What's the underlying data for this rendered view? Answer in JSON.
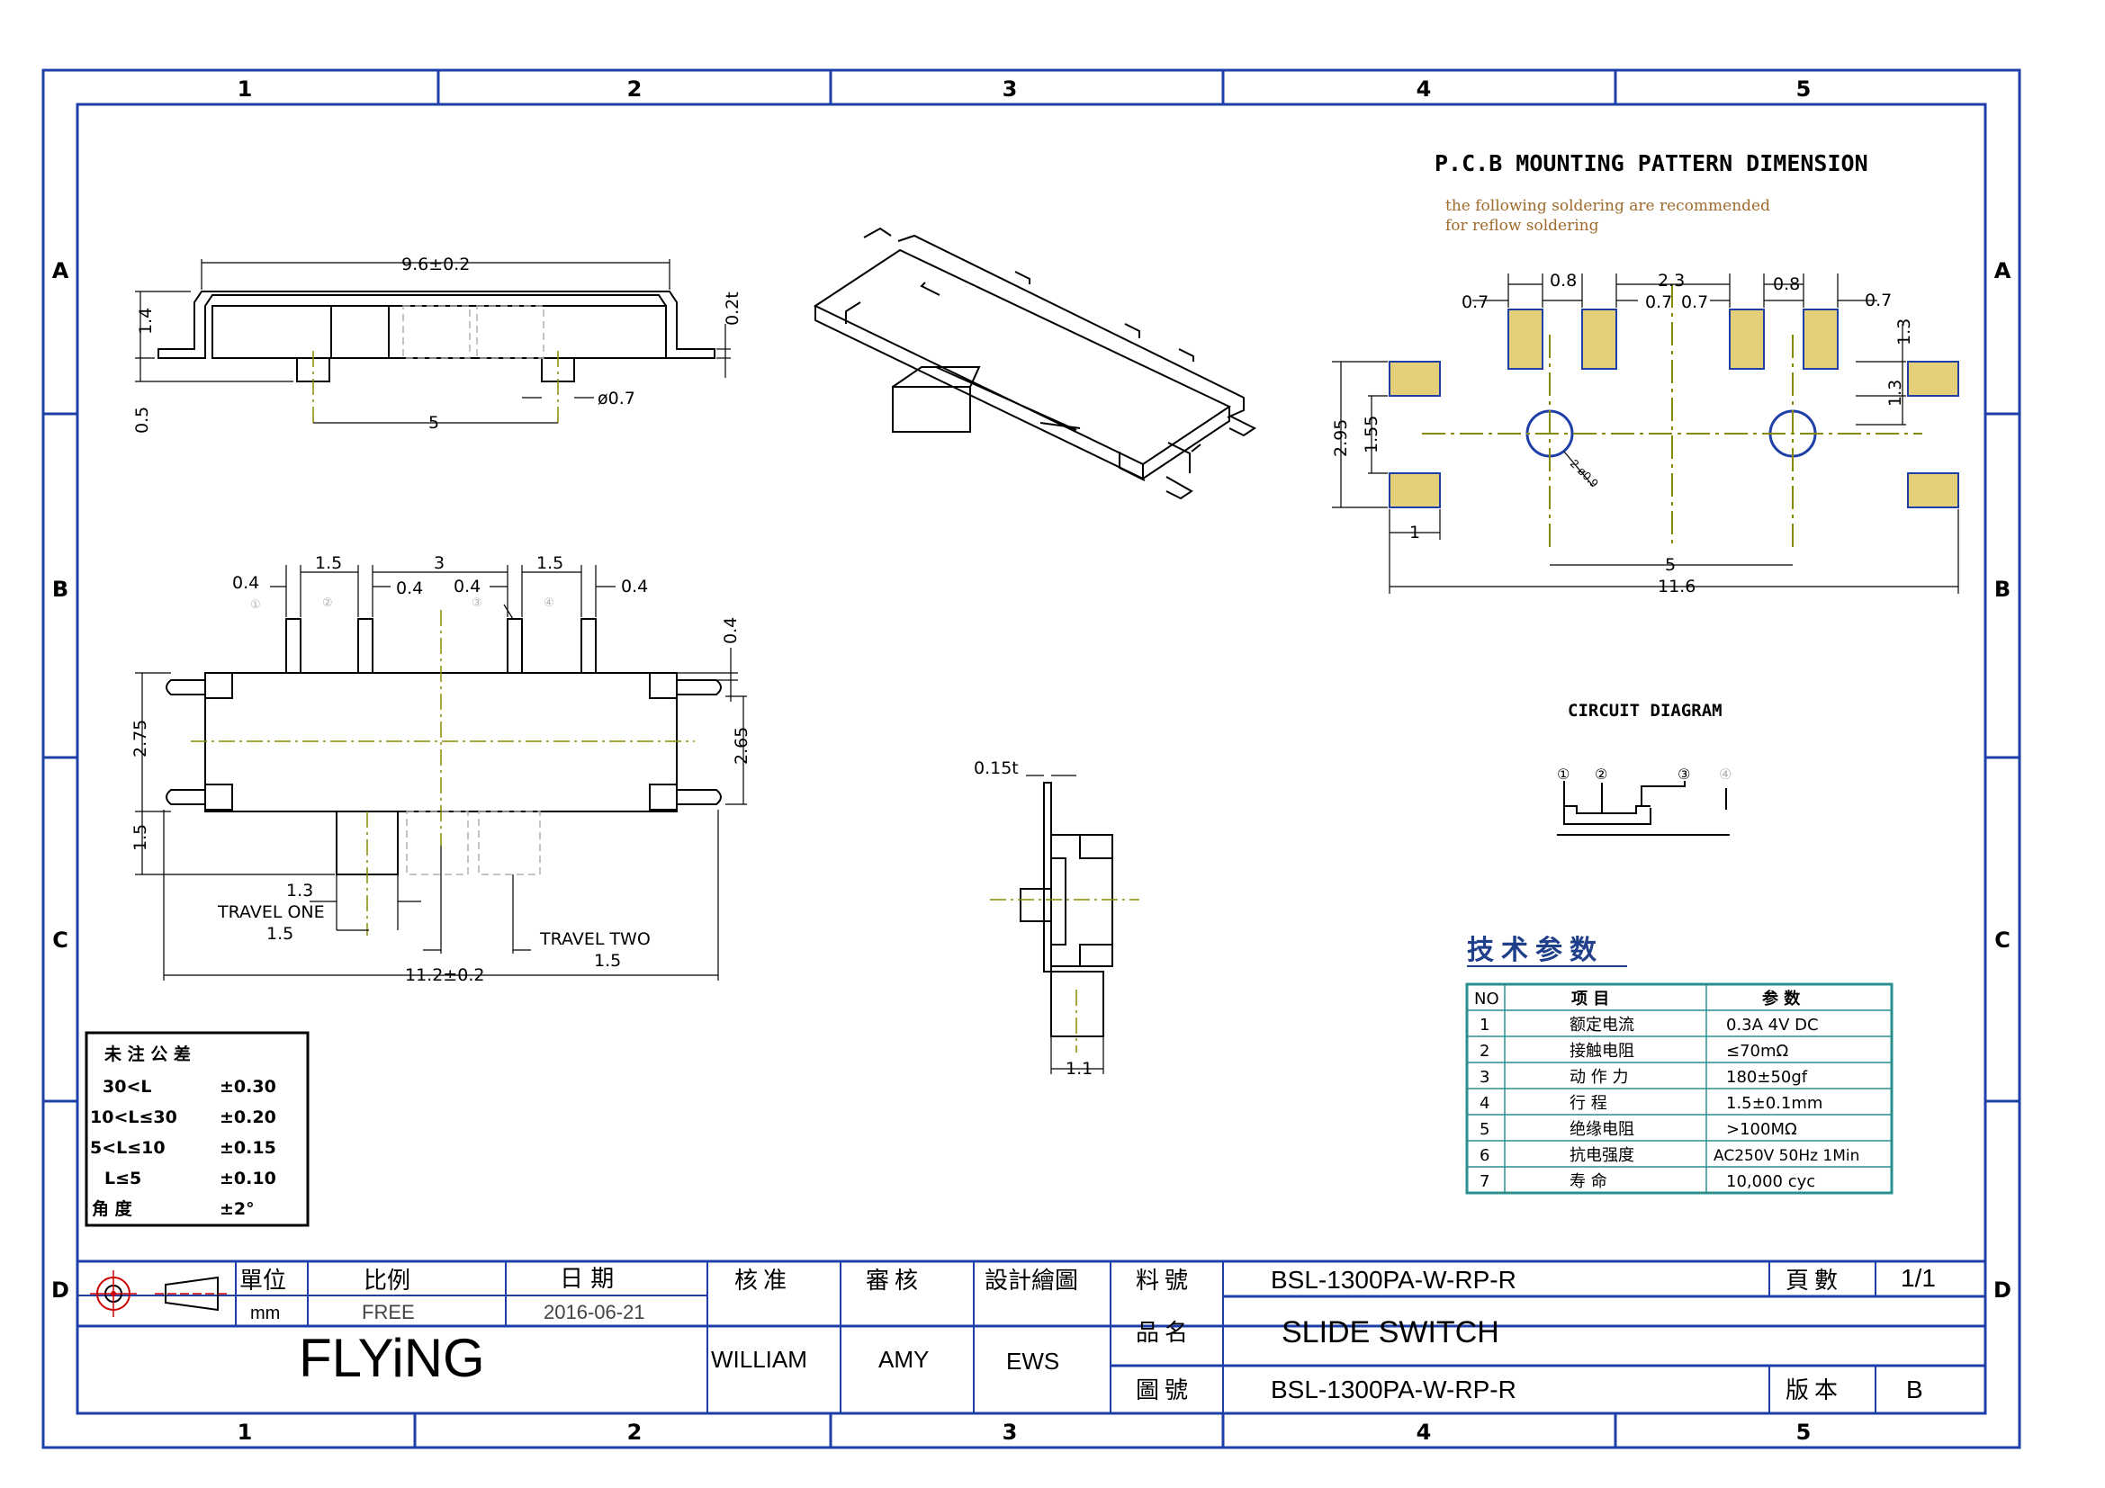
{
  "frame": {
    "columns": [
      "1",
      "2",
      "3",
      "4",
      "5"
    ],
    "rows": [
      "A",
      "B",
      "C",
      "D"
    ]
  },
  "side_view": {
    "overall_width": "9.6±0.2",
    "height": "1.4",
    "plate_thickness": "0.2t",
    "pin_stub": "0.5",
    "pin_pitch": "5",
    "pin_dia": "ø0.7"
  },
  "top_view": {
    "pin_width_a": "0.4",
    "pin_pitch_a": "1.5",
    "center_gap": "3",
    "pin_width_b": "0.4",
    "pin_width_c": "0.4",
    "pin_pitch_b": "1.5",
    "pin_width_d": "0.4",
    "pin_labels": [
      "①",
      "②",
      "③",
      "④"
    ],
    "tab_height": "0.4",
    "left_height": "2.75",
    "right_height": "2.65",
    "actuator_length": "1.5",
    "actuator_width": "1.3",
    "travel_one_label": "TRAVEL ONE",
    "travel_one_value": "1.5",
    "travel_two_label": "TRAVEL TWO",
    "travel_two_value": "1.5",
    "overall_length": "11.2±0.2"
  },
  "end_view": {
    "plate": "0.15t",
    "actuator": "1.1"
  },
  "pcb": {
    "title": "P.C.B MOUNTING PATTERN DIMENSION",
    "note_line1": "the following soldering are recommended",
    "note_line2": "for reflow soldering",
    "pad_gap_left": "0.7",
    "pad_width_left": "0.8",
    "center_span": "2.3",
    "inner_gap_left": "0.7",
    "inner_gap_right": "0.7",
    "pad_width_right": "0.8",
    "pad_gap_right": "0.7",
    "right_dim_top": "1.3",
    "right_dim_bottom": "1.3",
    "left_outer": "2.95",
    "left_inner": "1.55",
    "hole": "2-ø0.9",
    "pad_size": "1",
    "hole_pitch": "5",
    "overall": "11.6"
  },
  "circuit": {
    "title": "CIRCUIT DIAGRAM",
    "pins": [
      "①",
      "②",
      "③",
      "④"
    ]
  },
  "spec": {
    "title": "技术参数",
    "headers": [
      "NO",
      "项    目",
      "参    数"
    ],
    "rows": [
      [
        "1",
        "额定电流",
        "0.3A 4V DC"
      ],
      [
        "2",
        "接触电阻",
        "≤70mΩ"
      ],
      [
        "3",
        "动 作 力",
        "180±50gf"
      ],
      [
        "4",
        "行    程",
        "1.5±0.1mm"
      ],
      [
        "5",
        "绝缘电阻",
        ">100MΩ"
      ],
      [
        "6",
        "抗电强度",
        "AC250V 50Hz 1Min"
      ],
      [
        "7",
        "寿    命",
        "10,000 cyc"
      ]
    ]
  },
  "tolerance": {
    "title": "未 注 公 差",
    "rows": [
      [
        "30<L",
        "±0.30"
      ],
      [
        "10<L≤30",
        "±0.20"
      ],
      [
        "5<L≤10",
        "±0.15"
      ],
      [
        "L≤5",
        "±0.10"
      ],
      [
        "角    度",
        "±2°"
      ]
    ]
  },
  "title_block": {
    "unit_label": "單位",
    "unit_value": "mm",
    "scale_label": "比例",
    "scale_value": "FREE",
    "date_label": "日    期",
    "date_value": "2016-06-21",
    "approve_label": "核准",
    "approve_value": "WILLIAM",
    "review_label": "審核",
    "review_value": "AMY",
    "design_label": "設計繪圖",
    "design_value": "EWS",
    "material_label": "料號",
    "material_value": "BSL-1300PA-W-RP-R",
    "page_label": "頁數",
    "page_value": "1/1",
    "name_label": "品名",
    "name_value": "SLIDE SWITCH",
    "drawing_label": "圖號",
    "drawing_value": "BSL-1300PA-W-RP-R",
    "version_label": "版本",
    "version_value": "B",
    "company": "FLYiNG"
  },
  "colors": {
    "frame": "#1f3fa8",
    "line": "#000000",
    "center": "#8a8a00",
    "pad": "#e6cf7a",
    "note": "#a06a2a",
    "table": "#2a8f8f",
    "dash": "#b0b0b0"
  }
}
